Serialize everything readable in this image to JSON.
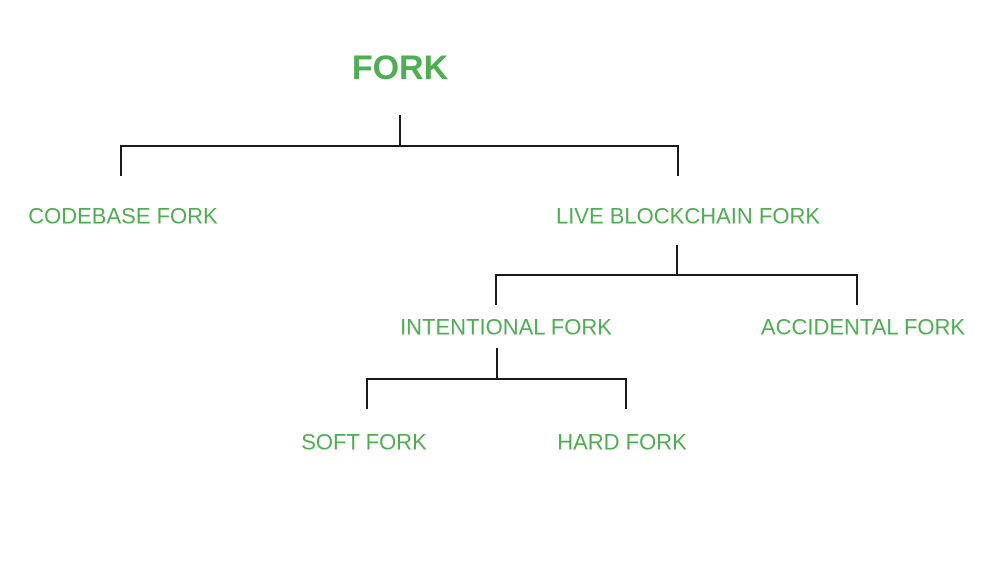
{
  "colors": {
    "text": "#4caf50",
    "line": "#1a1a1a",
    "background": "#ffffff"
  },
  "tree": {
    "root": {
      "label": "FORK"
    },
    "level1": [
      {
        "label": "CODEBASE FORK"
      },
      {
        "label": "LIVE BLOCKCHAIN FORK"
      }
    ],
    "level2": [
      {
        "label": "INTENTIONAL FORK"
      },
      {
        "label": "ACCIDENTAL FORK"
      }
    ],
    "level3": [
      {
        "label": "SOFT FORK"
      },
      {
        "label": "HARD FORK"
      }
    ]
  }
}
